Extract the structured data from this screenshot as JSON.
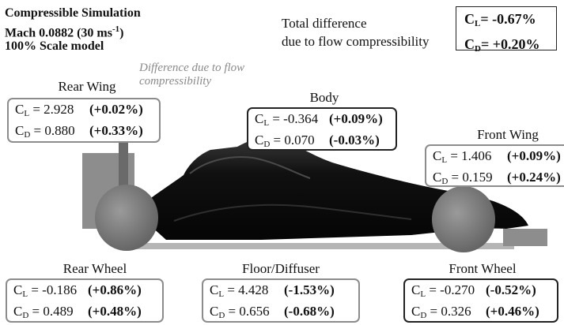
{
  "header": {
    "line1": "Compressible Simulation",
    "line2_prefix": "Mach 0.0882 (30 ms",
    "line2_sup": "-1",
    "line2_suffix": ")",
    "line3": "100% Scale model"
  },
  "summary": {
    "line1": "Total difference",
    "line2": "due to flow compressibility",
    "cl_value": "= -0.67%",
    "cd_value": "= +0.20%"
  },
  "annotation": {
    "line1": "Difference due to flow",
    "line2": "compressibility"
  },
  "components": {
    "rear_wing": {
      "label": "Rear Wing",
      "cl": "= 2.928",
      "cl_diff": "(+0.02%)",
      "cd": "= 0.880",
      "cd_diff": "(+0.33%)"
    },
    "body": {
      "label": "Body",
      "cl": "= -0.364",
      "cl_diff": "(+0.09%)",
      "cd": "= 0.070",
      "cd_diff": "(-0.03%)"
    },
    "front_wing": {
      "label": "Front Wing",
      "cl": "= 1.406",
      "cl_diff": "(+0.09%)",
      "cd": "= 0.159",
      "cd_diff": "(+0.24%)"
    },
    "rear_wheel": {
      "label": "Rear Wheel",
      "cl": "= -0.186",
      "cl_diff": "(+0.86%)",
      "cd": "= 0.489",
      "cd_diff": "(+0.48%)"
    },
    "floor_diffuser": {
      "label": "Floor/Diffuser",
      "cl": "= 4.428",
      "cl_diff": "(-1.53%)",
      "cd": "= 0.656",
      "cd_diff": "(-0.68%)"
    },
    "front_wheel": {
      "label": "Front Wheel",
      "cl": "= -0.270",
      "cl_diff": "(-0.52%)",
      "cd": "= 0.326",
      "cd_diff": "(+0.46%)"
    }
  },
  "symbols": {
    "c": "C",
    "lift_sub": "L",
    "drag_sub": "D"
  },
  "colors": {
    "body_black": "#0d0d0d",
    "wheel_gray": "#7a7a7a",
    "wing_gray": "#8d8d8d",
    "box_gray": "#8c8c8c"
  }
}
